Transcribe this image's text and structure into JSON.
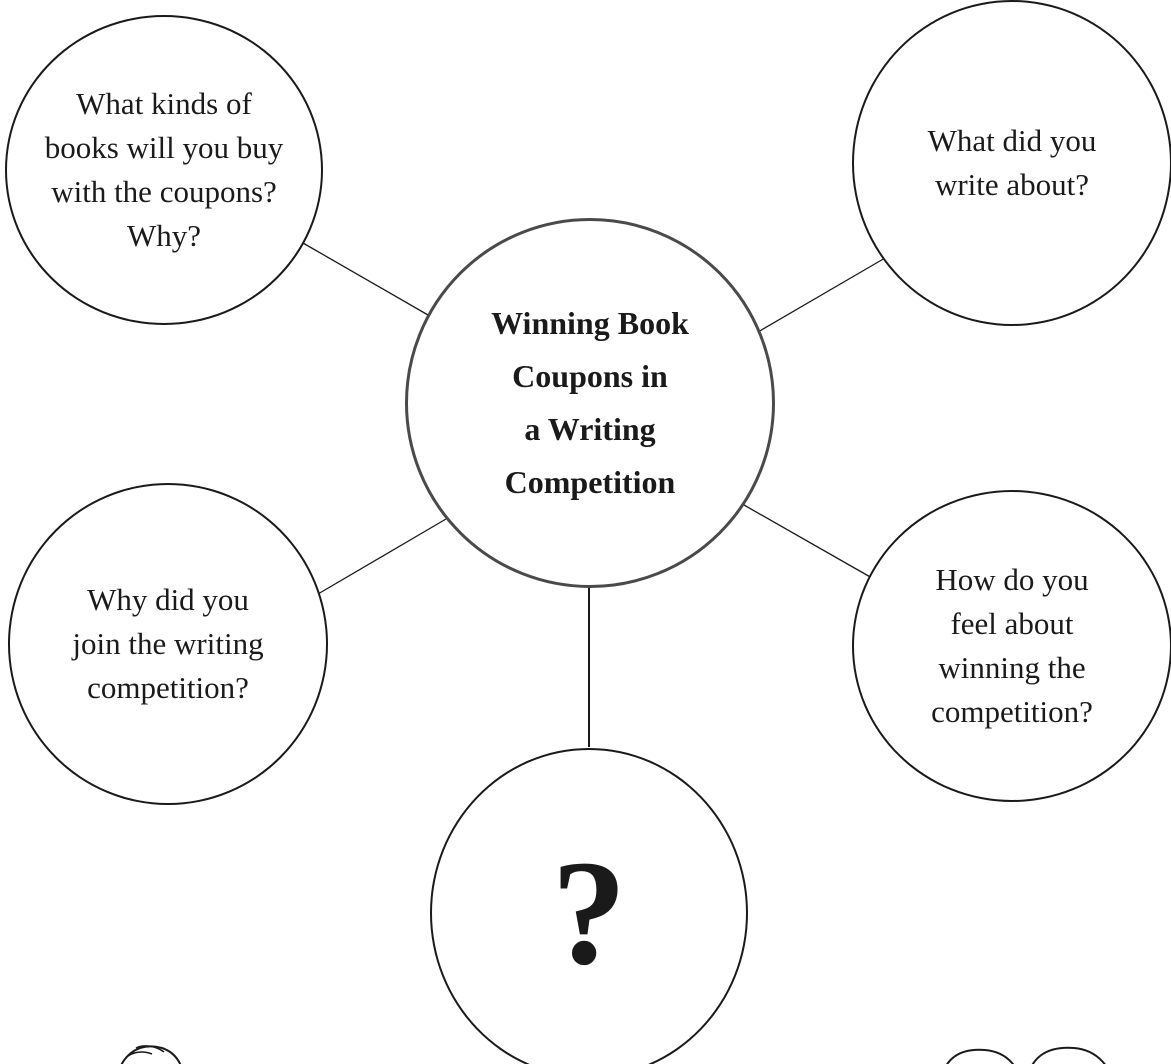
{
  "center": {
    "lines": [
      "Winning Book",
      "Coupons in",
      "a Writing",
      "Competition"
    ]
  },
  "questions": {
    "top_left": [
      "What kinds of",
      "books will you buy",
      "with the coupons?",
      "Why?"
    ],
    "top_right": [
      "What did you",
      "write about?"
    ],
    "middle_left": [
      "Why did you",
      "join the writing",
      "competition?"
    ],
    "middle_right": [
      "How do you",
      "feel about",
      "winning the",
      "competition?"
    ],
    "bottom": [
      "?"
    ]
  },
  "colors": {
    "outline": "#1a1a1a",
    "center_outline": "#4a4a4a",
    "text": "#1a1a1a"
  }
}
